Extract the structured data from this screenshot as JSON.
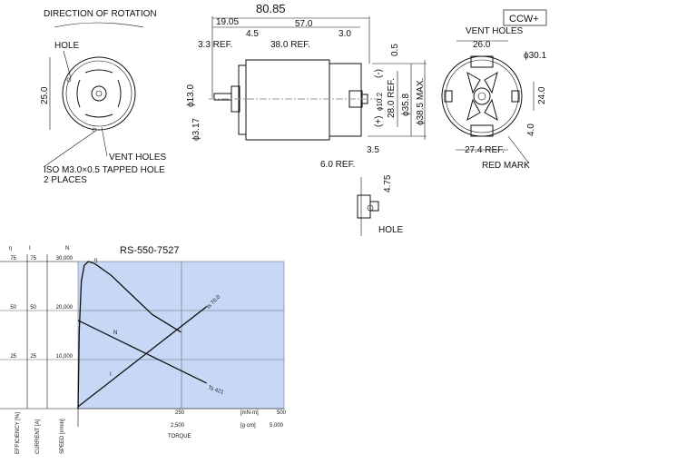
{
  "drawing": {
    "direction_label": "DIRECTION OF ROTATION",
    "ccw_badge": "CCW+",
    "front": {
      "hole": "HOLE",
      "dim_25": "25.0",
      "vent_holes": "VENT HOLES",
      "tapped_hole": "ISO M3.0×0.5 TAPPED HOLE",
      "places": "2 PLACES"
    },
    "side": {
      "overall": "80.85",
      "d19": "19.05",
      "d57": "57.0",
      "d45": "4.5",
      "d30": "3.0",
      "d33": "3.3 REF.",
      "d38": "38.0 REF.",
      "d05": "0.5",
      "minus": "(-)",
      "plus": "(+)",
      "phi13": "ϕ13.0",
      "phi317": "ϕ3.17",
      "phi102": "ϕ10.2",
      "d28": "28.0 REF.",
      "phi358": "ϕ35.8",
      "phi385": "ϕ38.5 MAX.",
      "d35": "3.5",
      "d60": "6.0 REF.",
      "d475": "4.75",
      "hole": "HOLE"
    },
    "rear": {
      "vent_holes": "VENT HOLES",
      "d26": "26.0",
      "phi301": "ϕ30.1",
      "d24": "24.0",
      "d40": "4.0",
      "d274": "27.4 REF.",
      "red_mark": "RED MARK"
    }
  },
  "chart_data": {
    "type": "line",
    "title": "RS-550-7527",
    "x_axis": {
      "label": "TORQUE",
      "units_primary": "[mN·m]",
      "ticks_primary": [
        "250",
        "500"
      ],
      "units_secondary": "[g·cm]",
      "ticks_secondary": [
        "2,500",
        "5,000"
      ],
      "range": [
        0,
        500
      ]
    },
    "y_axes": [
      {
        "symbol": "η",
        "label": "EFFICIENCY [%]",
        "ticks": [
          "75",
          "50",
          "25"
        ],
        "range": [
          0,
          75
        ]
      },
      {
        "symbol": "I",
        "label": "CURRENT [A]",
        "ticks": [
          "75",
          "50",
          "25"
        ],
        "range": [
          0,
          75
        ]
      },
      {
        "symbol": "N",
        "label": "SPEED [r/min]",
        "ticks": [
          "30,000",
          "20,000",
          "10,000"
        ],
        "range": [
          0,
          30000
        ]
      }
    ],
    "series": [
      {
        "name": "η",
        "axis": 0,
        "points": [
          [
            0,
            0
          ],
          [
            3,
            40
          ],
          [
            8,
            65
          ],
          [
            15,
            73
          ],
          [
            25,
            75
          ],
          [
            40,
            74
          ],
          [
            80,
            68
          ],
          [
            130,
            58
          ],
          [
            180,
            48
          ],
          [
            250,
            39
          ]
        ]
      },
      {
        "name": "N",
        "axis": 2,
        "points": [
          [
            0,
            18000
          ],
          [
            312,
            5200
          ]
        ]
      },
      {
        "name": "I",
        "axis": 1,
        "points": [
          [
            0,
            1
          ],
          [
            312,
            52
          ]
        ]
      }
    ],
    "annotations": {
      "ts": "Ts 421",
      "is": "Is 70.0",
      "eta": "η",
      "n": "N",
      "i": "I"
    },
    "grid": true
  }
}
